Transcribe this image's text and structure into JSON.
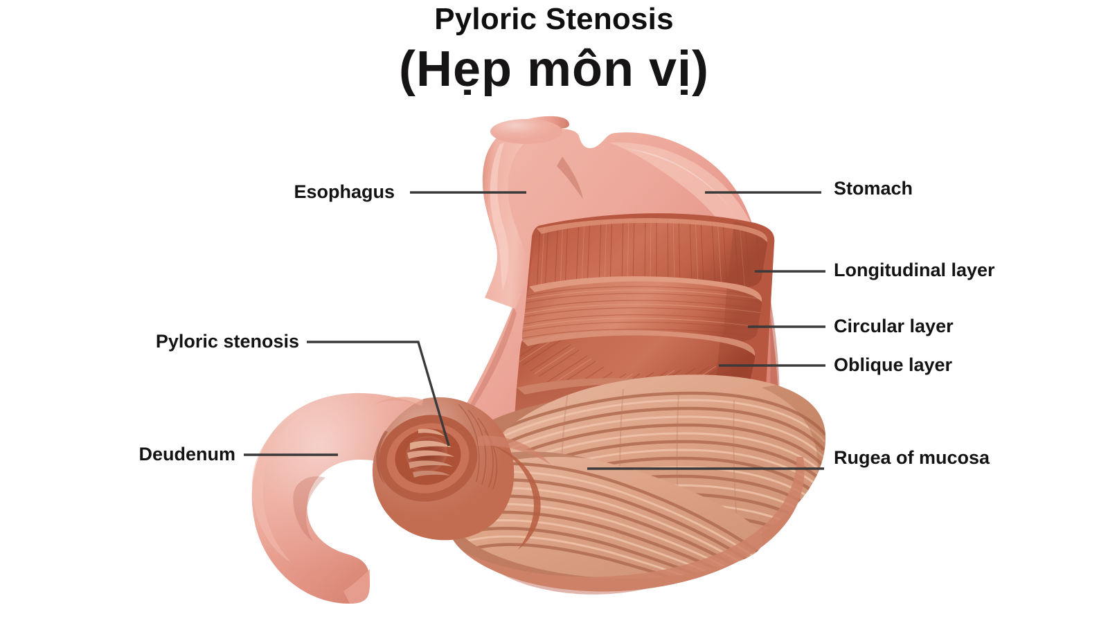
{
  "title": {
    "main": "Pyloric Stenosis",
    "sub": "(Hẹp môn vị)"
  },
  "labels": {
    "esophagus": "Esophagus",
    "pyloric_stenosis": "Pyloric stenosis",
    "deudenum": "Deudenum",
    "stomach": "Stomach",
    "longitudinal_layer": "Longitudinal layer",
    "circular_layer": "Circular layer",
    "oblique_layer": "Oblique layer",
    "rugea_of_mucosa": "Rugea of mucosa"
  },
  "colors": {
    "background": "#ffffff",
    "text": "#141313",
    "leader_line": "#3a3a3a",
    "serosa_light": "#ecaa9d",
    "serosa_mid": "#e09184",
    "serosa_shadow": "#c8705f",
    "muscle_dark": "#b5543e",
    "muscle_mid": "#c2654c",
    "muscle_light": "#d48168",
    "rugae_light": "#e4b099",
    "rugae_mid": "#d79c83",
    "rugae_shadow": "#b26d53",
    "lumen_dark": "#a44b36"
  },
  "illustration": {
    "name": "stomach-cutaway-with-pyloric-stenosis",
    "parts": [
      "esophagus",
      "fundus",
      "body",
      "longitudinal-muscle-layer",
      "circular-muscle-layer",
      "oblique-muscle-layer",
      "rugae-of-mucosa",
      "narrowed-pyloric-canal",
      "duodenum"
    ]
  }
}
